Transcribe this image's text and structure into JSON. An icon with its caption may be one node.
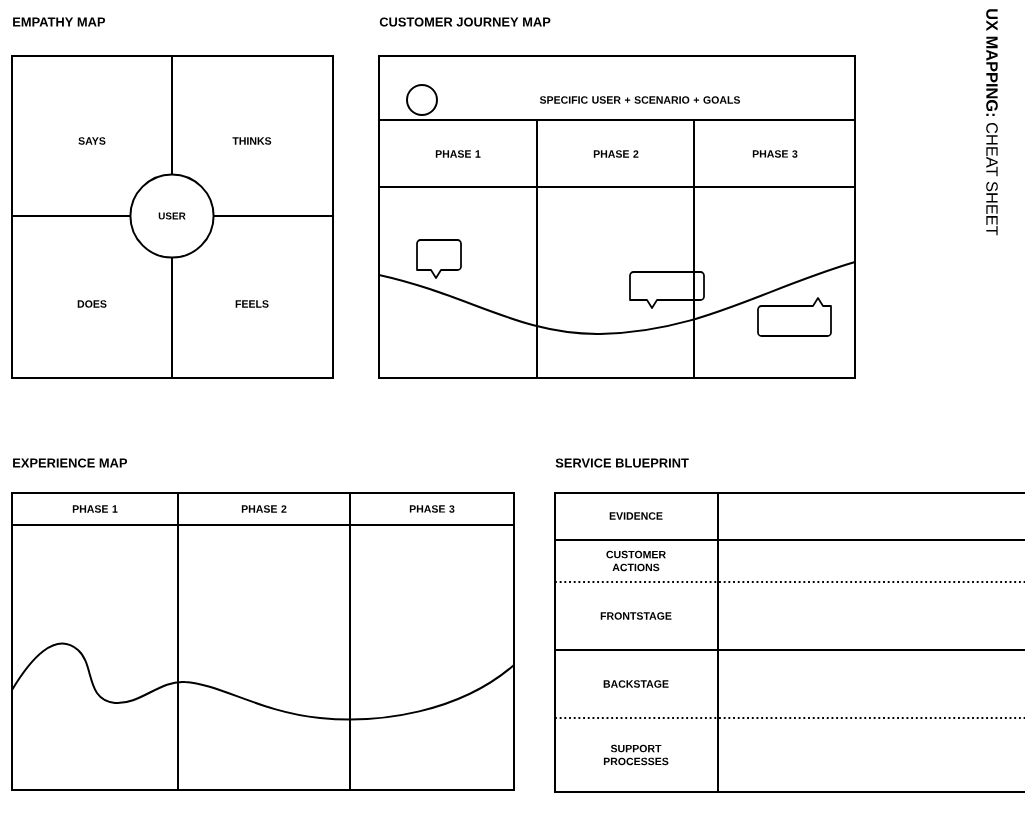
{
  "diagram": {
    "title": "**UX MAPPING:** CHEAT SHEET",
    "nodes": [
      {
        "text": [
          "EMPATHY MAP"
        ]
      },
      {
        "text": [
          "SAYS"
        ],
        "in": 0
      },
      {
        "text": [
          "THINKS"
        ],
        "in": 0
      },
      {
        "text": [
          "DOES"
        ],
        "in": 0
      },
      {
        "text": [
          "FEELS"
        ],
        "in": 0
      },
      {
        "text": [
          "USER"
        ],
        "in": 0
      },
      {
        "text": [
          "CUSTOMER JOURNEY MAP"
        ]
      },
      {
        "text": [
          "SPECIFIC USER + SCENARIO + GOALS"
        ],
        "in": 6
      },
      {
        "text": [
          "PHASE 1"
        ],
        "in": 6
      },
      {
        "text": [
          "PHASE 2"
        ],
        "in": 6
      },
      {
        "text": [
          "PHASE 3"
        ],
        "in": 6
      },
      {
        "text": [
          "EXPERIENCE MAP"
        ]
      },
      {
        "text": [
          "PHASE 1"
        ],
        "in": 11
      },
      {
        "text": [
          "PHASE 2"
        ],
        "in": 11
      },
      {
        "text": [
          "PHASE 3"
        ],
        "in": 11
      },
      {
        "text": [
          "SERVICE BLUEPRINT"
        ]
      },
      {
        "text": [
          "EVIDENCE"
        ],
        "in": 15
      },
      {
        "text": [
          "CUSTOMER ACTIONS"
        ],
        "in": 15
      },
      {
        "text": [
          "FRONTSTAGE"
        ],
        "in": 15
      },
      {
        "text": [
          "BACKSTAGE"
        ],
        "in": 15
      },
      {
        "text": [
          "SUPPORT PROCESSES"
        ],
        "in": 15
      }
    ]
  }
}
